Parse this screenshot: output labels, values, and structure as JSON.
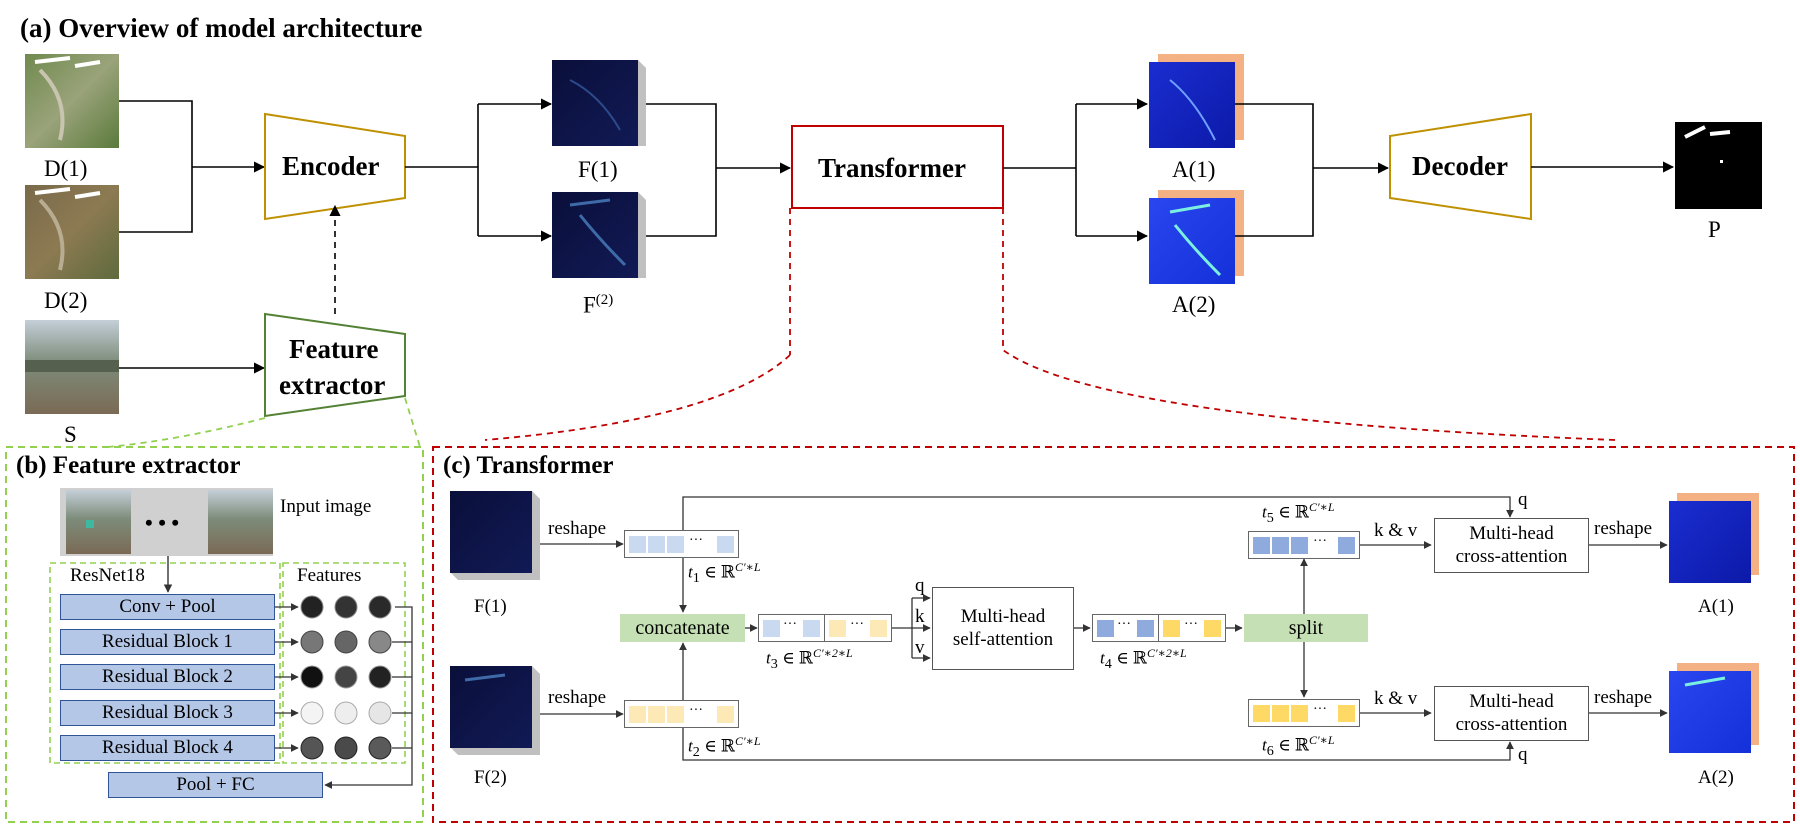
{
  "sections": {
    "a_title": "(a) Overview of model architecture",
    "b_title": "(b) Feature extractor",
    "c_title": "(c) Transformer"
  },
  "overview": {
    "inputs": [
      "D(1)",
      "D(2)",
      "S"
    ],
    "encoder": "Encoder",
    "feature_extractor_line1": "Feature",
    "feature_extractor_line2": "extractor",
    "features": [
      "F(1)",
      "F"
    ],
    "features_sup": "(2)",
    "transformer": "Transformer",
    "attn_maps": [
      "A(1)",
      "A(2)"
    ],
    "decoder": "Decoder",
    "output": "P"
  },
  "feature_extractor": {
    "input_image": "Input image",
    "ellipsis": "• • •",
    "resnet": "ResNet18",
    "features": "Features",
    "blocks": [
      "Conv + Pool",
      "Residual Block 1",
      "Residual Block 2",
      "Residual Block 3",
      "Residual Block 4"
    ],
    "head": "Pool + FC"
  },
  "transformer": {
    "f1": "F(1)",
    "f2": "F(2)",
    "reshape": "reshape",
    "concatenate": "concatenate",
    "split": "split",
    "self_attn_1": "Multi-head",
    "self_attn_2": "self-attention",
    "cross_attn_1": "Multi-head",
    "cross_attn_2": "cross-attention",
    "q": "q",
    "k": "k",
    "v": "v",
    "kv": "k & v",
    "a1": "A(1)",
    "a2": "A(2)",
    "t1": "t",
    "t1_sub": "1",
    "t2_sub": "2",
    "t3_sub": "3",
    "t4_sub": "4",
    "t5_sub": "5",
    "t6_sub": "6",
    "in_sym": "∈ ℝ",
    "dim_single": "C′∗L",
    "dim_double": "C′∗2∗L",
    "cell_dots": "···"
  },
  "colors": {
    "encoder_border": "#bf9000",
    "feature_extractor_border": "#548235",
    "transformer_border": "#c00000",
    "panel_b_border": "#92d050",
    "panel_c_border": "#c00000",
    "block_fill": "#b4c7e7",
    "green_label": "#c5e0b4",
    "token_light_blue": "#c9daf0",
    "token_dark_blue": "#8faadc",
    "token_light_yellow": "#fde9b5",
    "token_yellow": "#ffd966",
    "attn_orange": "#f4b183"
  }
}
